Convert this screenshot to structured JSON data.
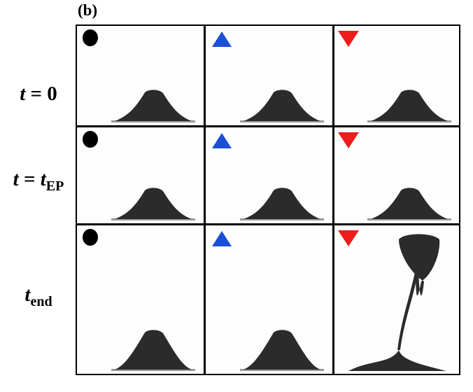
{
  "panel_label": "(b)",
  "rows": [
    {
      "label_var": "t",
      "label_mid": " = 0",
      "label_var2": "",
      "label_sub": ""
    },
    {
      "label_var": "t",
      "label_mid": " = ",
      "label_var2": "t",
      "label_sub": "EP"
    },
    {
      "label_var": "t",
      "label_mid": "",
      "label_var2": "",
      "label_sub": "end"
    }
  ],
  "columns": [
    {
      "marker": "circle",
      "color": "#000000"
    },
    {
      "marker": "triangle-up",
      "color": "#1a4fd6"
    },
    {
      "marker": "triangle-down",
      "color": "#ee1c1c"
    }
  ],
  "droplet_color": "#2b2b2b",
  "stretched_cell": {
    "row": 2,
    "col": 2
  }
}
